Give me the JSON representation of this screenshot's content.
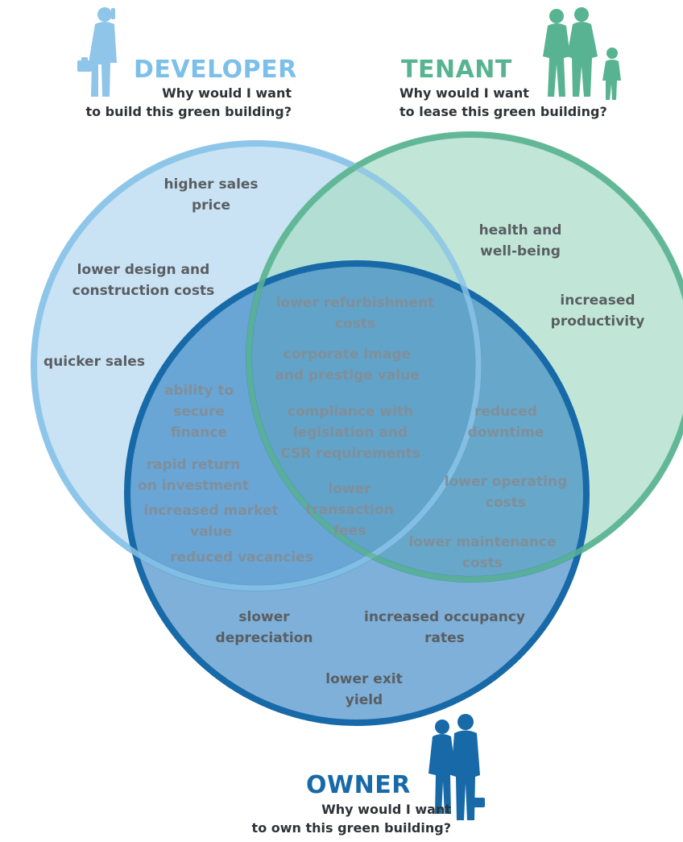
{
  "colors": {
    "developer": "#8ec5e9",
    "developer_fill": "#c9e3f4",
    "tenant": "#6fbfa1",
    "tenant_fill": "#bfe3d5",
    "owner": "#1769a8",
    "owner_fill": "#5b9dd0",
    "developer_title": "#7cc0ea",
    "tenant_title": "#58b392",
    "owner_title": "#1769a8"
  },
  "icons": {
    "developer": "businessman-phone-icon",
    "tenant": "family-icon",
    "owner": "business-couple-icon"
  },
  "developer": {
    "title": "DEVELOPER",
    "question": [
      "Why would I want",
      "to build this green building?"
    ]
  },
  "tenant": {
    "title": "TENANT",
    "question": [
      "Why would I want",
      "to lease this green building?"
    ]
  },
  "owner": {
    "title": "OWNER",
    "question": [
      "Why would I want",
      "to own this green building?"
    ]
  },
  "benefits": {
    "developer_only": [
      [
        "higher sales",
        "price"
      ],
      [
        "lower design and",
        "construction costs"
      ],
      [
        "quicker sales"
      ]
    ],
    "tenant_only": [
      [
        "health and",
        "well-being"
      ],
      [
        "increased",
        "productivity"
      ]
    ],
    "developer_owner": [
      [
        "ability to",
        "secure",
        "finance"
      ],
      [
        "rapid return",
        "on investment"
      ],
      [
        "increased market",
        "value"
      ],
      [
        "reduced vacancies"
      ]
    ],
    "all_three": [
      [
        "lower refurbishment",
        "costs"
      ],
      [
        "corporate image",
        "and prestige value"
      ],
      [
        "compliance with",
        "legislation and",
        "CSR requirements"
      ],
      [
        "lower",
        "transaction",
        "fees"
      ]
    ],
    "tenant_owner": [
      [
        "reduced",
        "downtime"
      ],
      [
        "lower operating",
        "costs"
      ],
      [
        "lower maintenance",
        "costs"
      ]
    ],
    "owner_only": [
      [
        "slower",
        "depreciation"
      ],
      [
        "increased occupancy",
        "rates"
      ],
      [
        "lower exit",
        "yield"
      ]
    ]
  }
}
